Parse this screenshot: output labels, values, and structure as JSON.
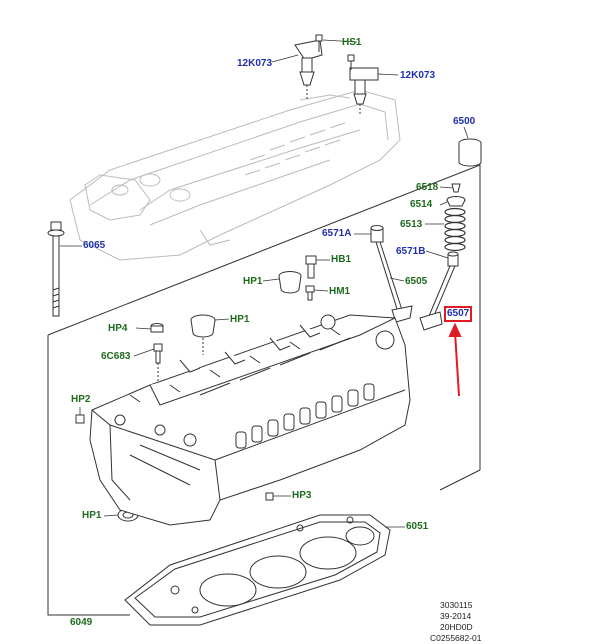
{
  "labels": {
    "l_12k073_left": "12K073",
    "l_hs1": "HS1",
    "l_12k073_right": "12K073",
    "l_6500": "6500",
    "l_6518": "6518",
    "l_6514": "6514",
    "l_6513": "6513",
    "l_6571a": "6571A",
    "l_6571b": "6571B",
    "l_6505": "6505",
    "l_6507": "6507",
    "l_6065": "6065",
    "l_hb1": "HB1",
    "l_hp1_top": "HP1",
    "l_hm1": "HM1",
    "l_hp1_mid": "HP1",
    "l_hp4": "HP4",
    "l_6c683": "6C683",
    "l_hp2": "HP2",
    "l_hp3": "HP3",
    "l_hp1_bottom": "HP1",
    "l_6051": "6051",
    "l_6049": "6049"
  },
  "reference": {
    "line1": "3030115",
    "line2": "39-2014",
    "line3": "20HD0D",
    "line4": "C0255682-01"
  },
  "colors": {
    "part_number_blue": "#1f2fb0",
    "part_number_green": "#1e6b1e",
    "highlight_red": "#e01b24",
    "line_art": "#333333",
    "phantom_art": "#bbbbbb"
  },
  "highlighted_part": "6507"
}
